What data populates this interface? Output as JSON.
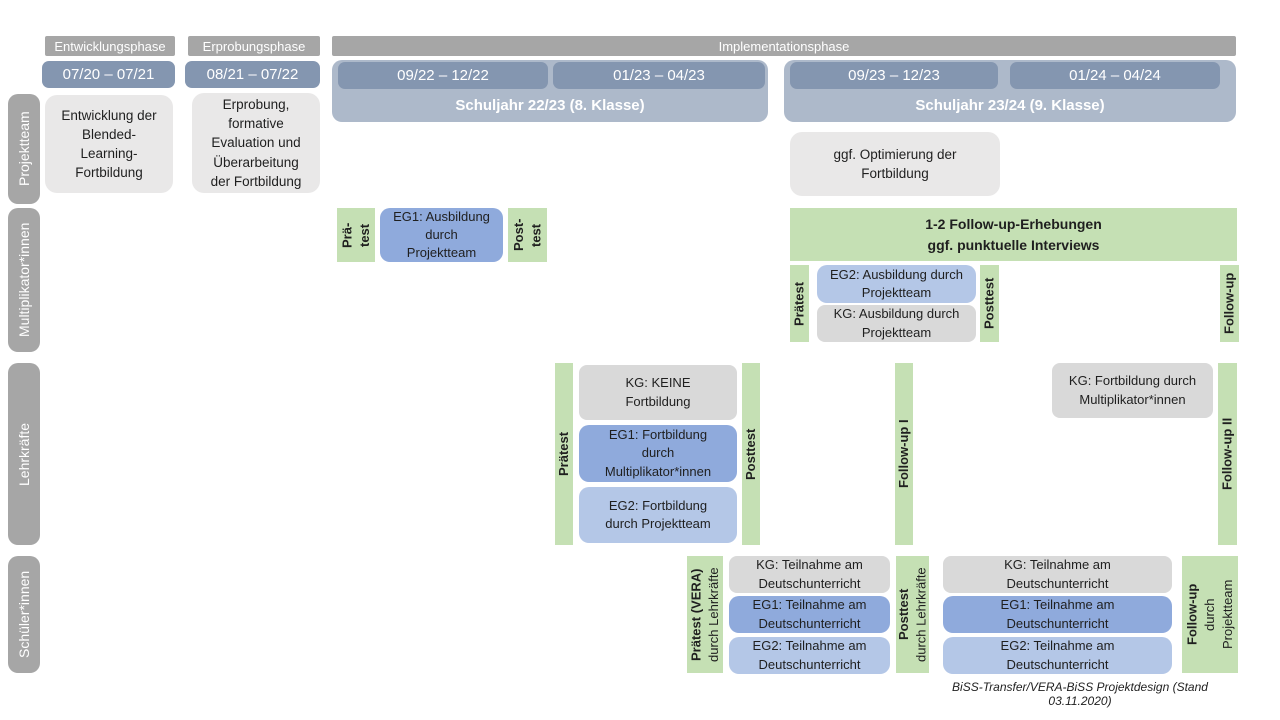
{
  "colors": {
    "phase_bar": "#a6a6a6",
    "row_label": "#a6a6a6",
    "period_bar": "#8496b0",
    "school_year_band": "#adb9ca",
    "projektteam_box": "#e9e8e8",
    "kg_box": "#d9d9d9",
    "eg1_box": "#8faadc",
    "eg2_box": "#b4c7e7",
    "green_box": "#c5e0b4"
  },
  "phases": {
    "entwicklung": "Entwicklungsphase",
    "erprobung": "Erprobungsphase",
    "implementation": "Implementationsphase"
  },
  "periods": {
    "p1": "07/20 – 07/21",
    "p2": "08/21 – 07/22",
    "p3": "09/22 – 12/22",
    "p4": "01/23 – 04/23",
    "p5": "09/23 – 12/23",
    "p6": "01/24 – 04/24"
  },
  "school_years": {
    "sy1": "Schuljahr 22/23 (8. Klasse)",
    "sy2": "Schuljahr 23/24 (9. Klasse)"
  },
  "row_labels": {
    "projektteam": "Projektteam",
    "multiplikatoren": "Multiplikator*innen",
    "lehrkraefte": "Lehrkräfte",
    "schueler": "Schüler*innen"
  },
  "projektteam": {
    "entwicklung": "Entwicklung der\nBlended-\nLearning-\nFortbildung",
    "erprobung": "Erprobung,\nformative\nEvaluation und\nÜberarbeitung\nder Fortbildung",
    "optimierung": "ggf. Optimierung der\nFortbildung"
  },
  "multiplikatoren": {
    "praetest1": "Prä-\ntest",
    "eg1": "EG1: Ausbildung\ndurch\nProjektteam",
    "posttest1": "Post-\ntest",
    "followup_band": "1-2 Follow-up-Erhebungen\nggf. punktuelle Interviews",
    "praetest2": "Prätest",
    "eg2": "EG2: Ausbildung durch\nProjektteam",
    "kg": "KG: Ausbildung durch\nProjektteam",
    "posttest2": "Posttest",
    "followup": "Follow-up"
  },
  "lehrkraefte": {
    "praetest": "Prätest",
    "kg": "KG: KEINE\nFortbildung",
    "eg1": "EG1: Fortbildung\ndurch\nMultiplikator*innen",
    "eg2": "EG2: Fortbildung\ndurch Projektteam",
    "posttest": "Posttest",
    "followup1": "Follow-up I",
    "kg2": "KG: Fortbildung durch\nMultiplikator*innen",
    "followup2": "Follow-up II"
  },
  "schueler": {
    "praetest_title": "Prätest (VERA)",
    "praetest_sub": "durch Lehrkräfte",
    "kg1": "KG: Teilnahme am\nDeutschunterricht",
    "eg1a": "EG1: Teilnahme am\nDeutschunterricht",
    "eg2a": "EG2: Teilnahme am\nDeutschunterricht",
    "posttest_title": "Posttest",
    "posttest_sub": "durch Lehrkräfte",
    "kg2": "KG: Teilnahme am\nDeutschunterricht",
    "eg1b": "EG1: Teilnahme am\nDeutschunterricht",
    "eg2b": "EG2: Teilnahme am\nDeutschunterricht",
    "followup_title": "Follow-up",
    "followup_sub1": "durch",
    "followup_sub2": "Projektteam"
  },
  "caption": "BiSS-Transfer/VERA-BiSS Projektdesign (Stand 03.11.2020)"
}
